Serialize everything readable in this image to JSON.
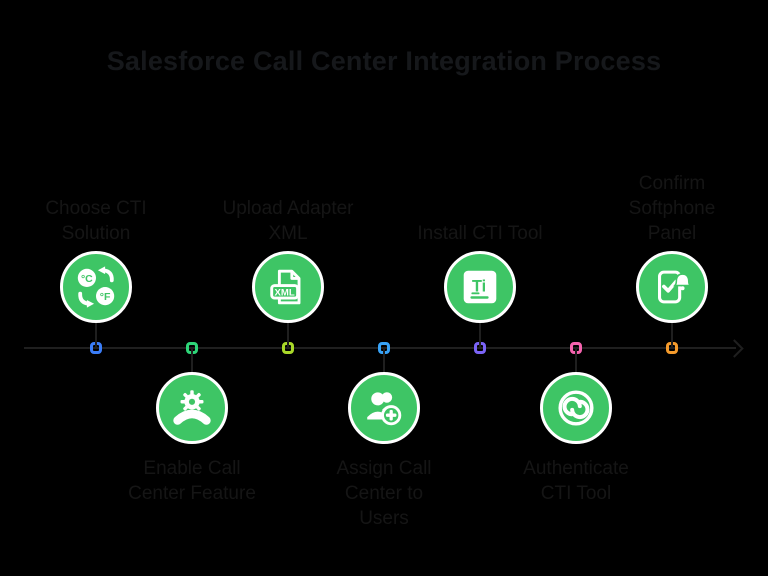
{
  "title": "Salesforce Call Center Integration Process",
  "colors": {
    "background": "#000000",
    "node_fill_green": "#3ec565",
    "node_ring_white": "#ffffff",
    "title_text": "#16181b",
    "label_text": "#151515",
    "timeline_line": "#1f1f1f"
  },
  "timeline": {
    "orientation": "horizontal",
    "direction": "left-to-right",
    "arrow_end": "right"
  },
  "steps": [
    {
      "label": "Choose CTI\nSolution",
      "position": "above",
      "icon": "temperature-conversion-icon",
      "marker_color": "#3b7df7"
    },
    {
      "label": "Enable Call\nCenter Feature",
      "position": "below",
      "icon": "gear-phone-icon",
      "marker_color": "#2ed578"
    },
    {
      "label": "Upload Adapter\nXML",
      "position": "above",
      "icon": "xml-file-icon",
      "marker_color": "#a9d829"
    },
    {
      "label": "Assign Call\nCenter to\nUsers",
      "position": "below",
      "icon": "add-users-icon",
      "marker_color": "#38a3f7"
    },
    {
      "label": "Install CTI Tool",
      "position": "above",
      "icon": "text-tool-icon",
      "marker_color": "#7a63f6"
    },
    {
      "label": "Authenticate\nCTI Tool",
      "position": "below",
      "icon": "authenticator-icon",
      "marker_color": "#f563ae"
    },
    {
      "label": "Confirm\nSoftphone\nPanel",
      "position": "above",
      "icon": "softphone-check-icon",
      "marker_color": "#f59b2c"
    }
  ]
}
